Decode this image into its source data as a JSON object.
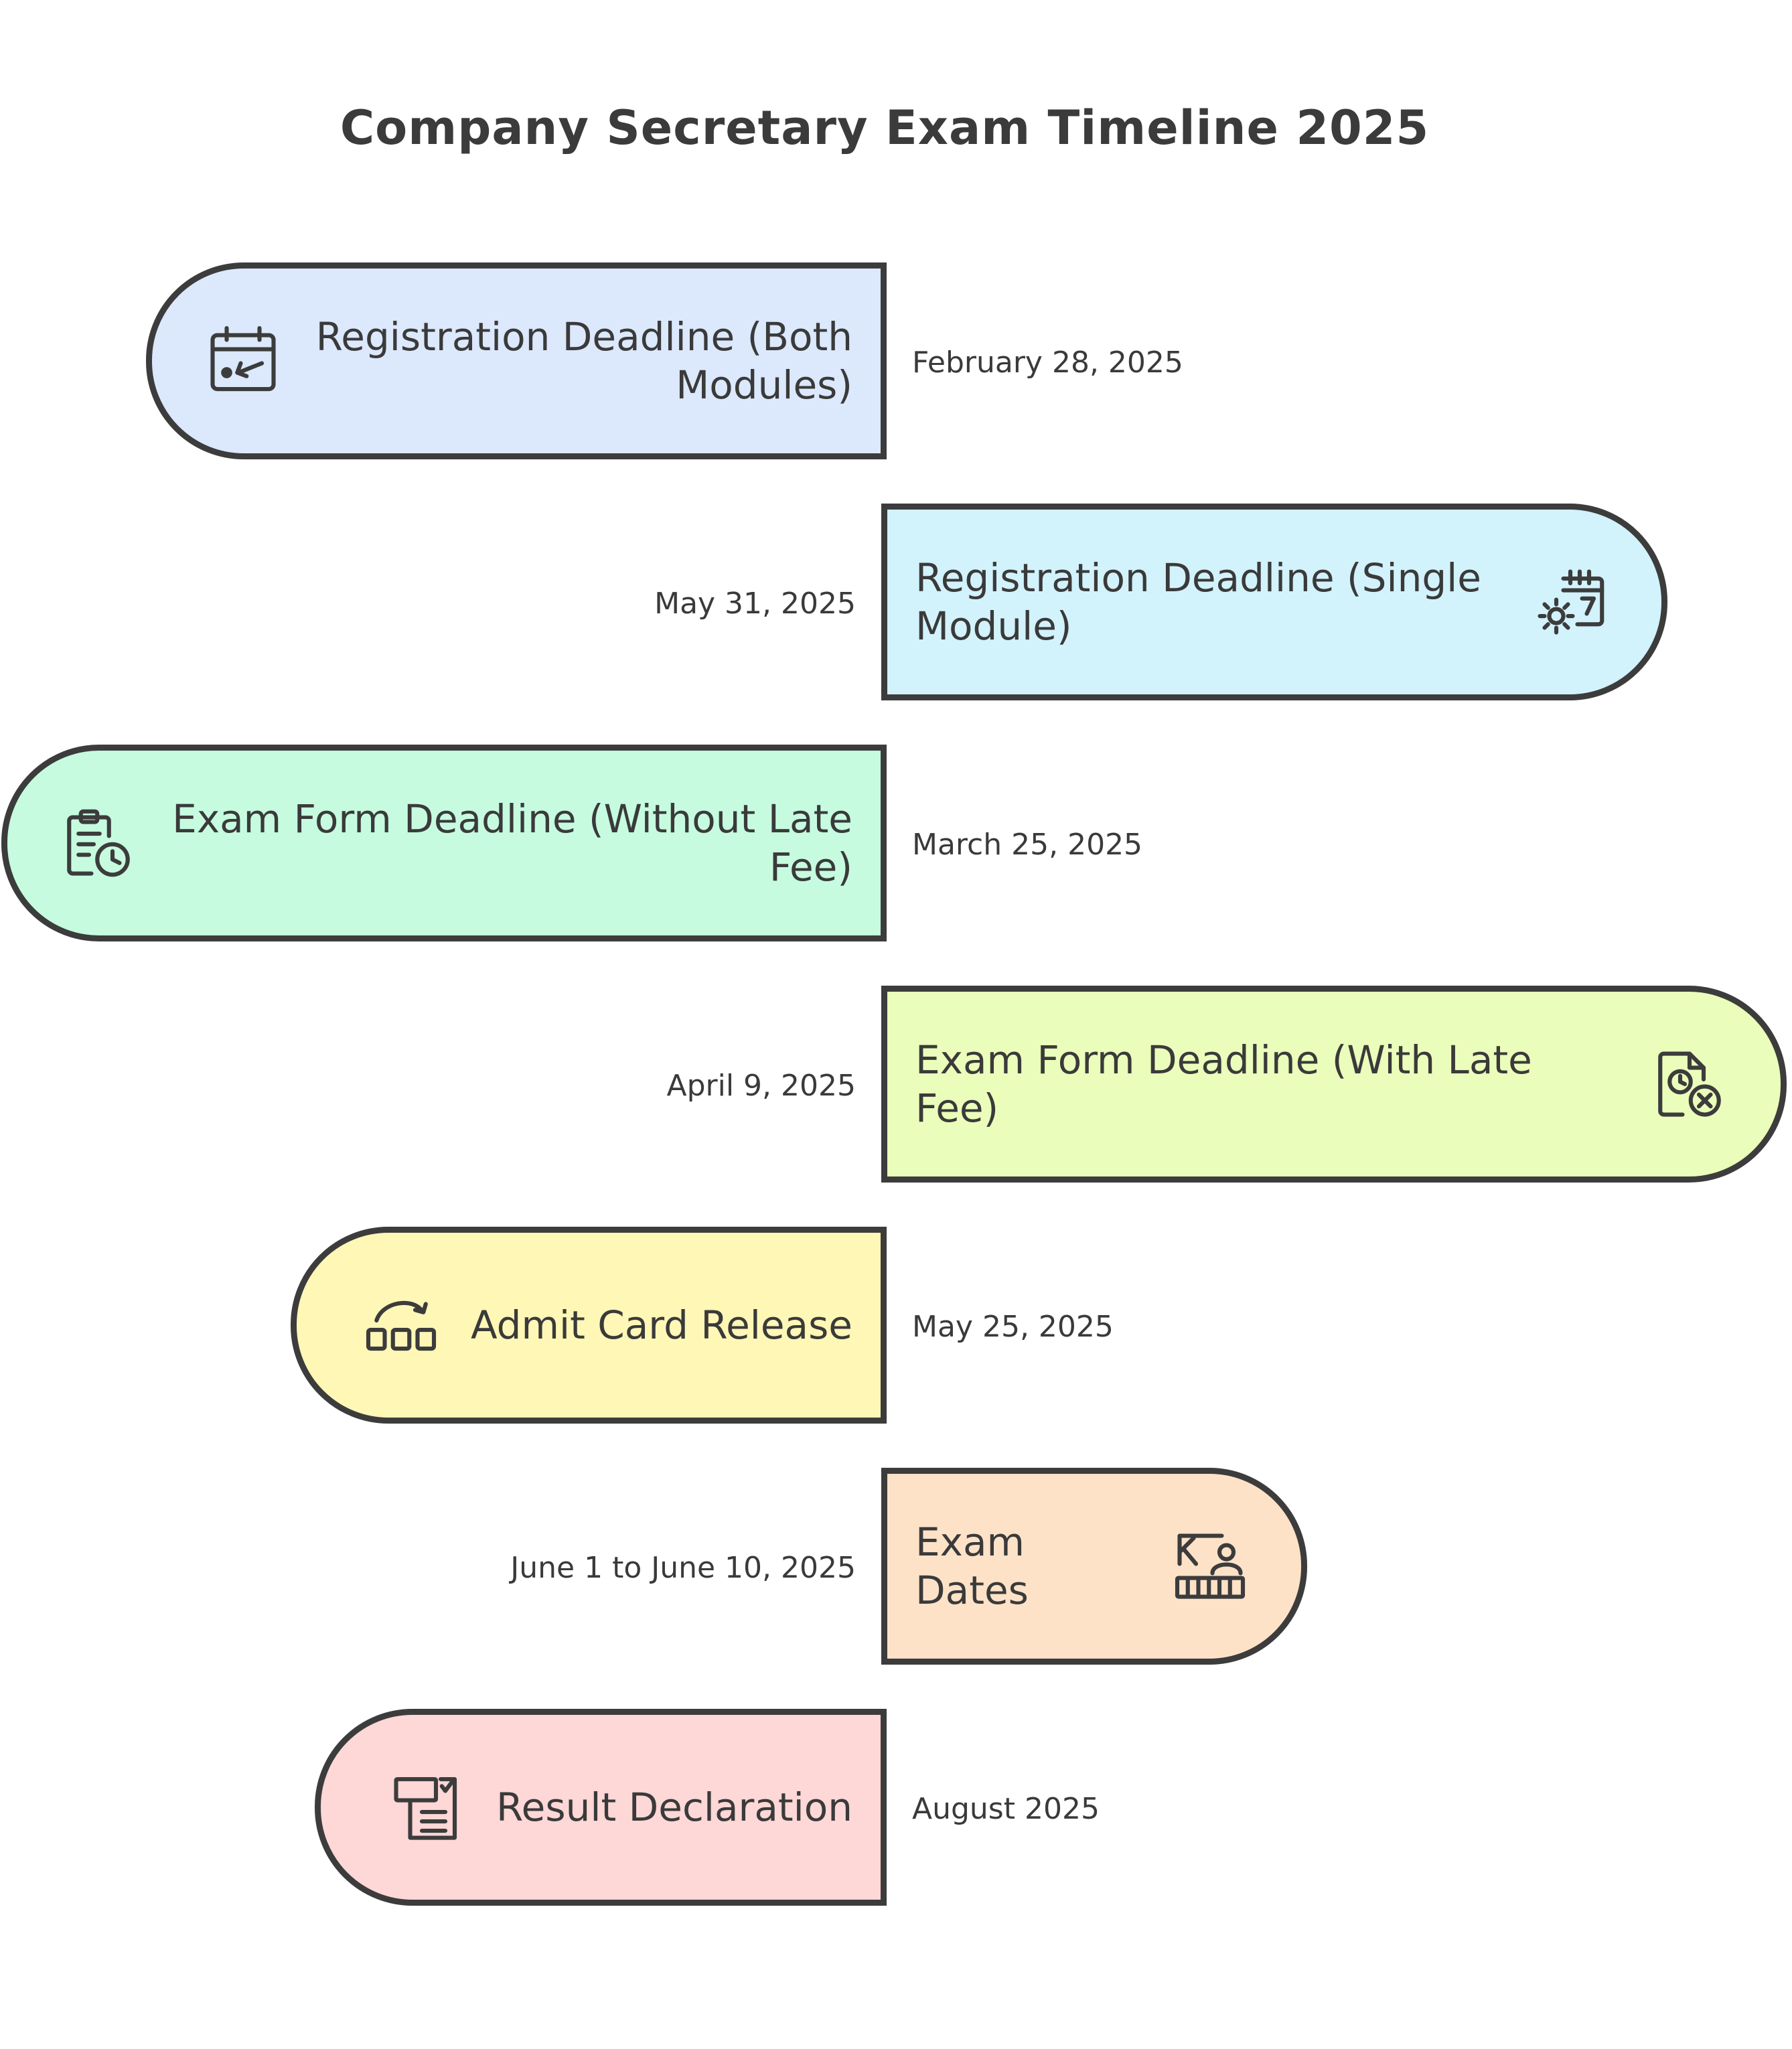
{
  "title": "Company Secretary Exam Timeline 2025",
  "events": [
    {
      "label": "Registration Deadline (Both Modules)",
      "date": "February 28, 2025",
      "icon": "calendar-arrow-icon",
      "color": "#dce8fc"
    },
    {
      "label": "Registration Deadline (Single Module)",
      "date": "May 31, 2025",
      "icon": "calendar-gear-icon",
      "color": "#d2f2fc"
    },
    {
      "label": "Exam Form Deadline (Without Late Fee)",
      "date": "March 25, 2025",
      "icon": "clipboard-clock-icon",
      "color": "#c6fbe0"
    },
    {
      "label": "Exam Form Deadline (With Late Fee)",
      "date": "April 9, 2025",
      "icon": "file-clock-x-icon",
      "color": "#ebfdba"
    },
    {
      "label": "Admit Card Release",
      "date": "May 25, 2025",
      "icon": "boxes-arrow-icon",
      "color": "#fef7b6"
    },
    {
      "label": "Exam Dates",
      "date": "June 1 to June 10, 2025",
      "icon": "classroom-teacher-icon",
      "color": "#fde2c8"
    },
    {
      "label": "Result Declaration",
      "date": "August 2025",
      "icon": "result-document-icon",
      "color": "#fed7d7"
    }
  ]
}
